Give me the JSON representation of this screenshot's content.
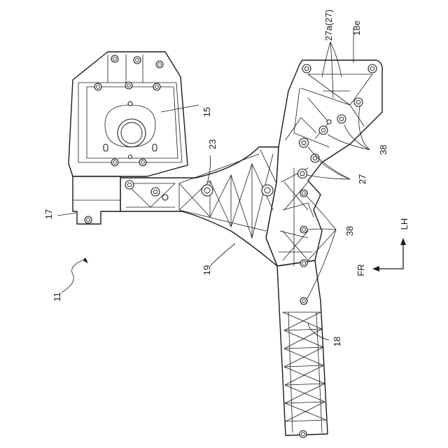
{
  "figure": {
    "labels": {
      "assembly": "11",
      "bracket": "15",
      "mount": "17",
      "rear_frame": "18",
      "rear_frame_end": "18e",
      "front_member": "19",
      "joint": "23",
      "bolts_a": "27a(27)",
      "bolts": "27",
      "fasteners_upper": "38",
      "fasteners_lower": "38"
    },
    "direction": {
      "forward": "FR",
      "left": "LH"
    }
  }
}
